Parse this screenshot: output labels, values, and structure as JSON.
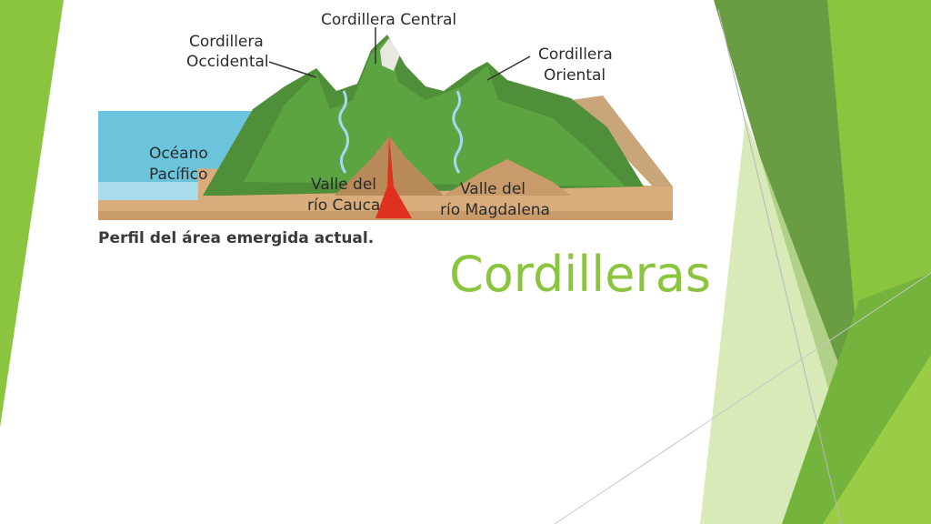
{
  "slide": {
    "title": "Cordilleras",
    "accent_color": "#8bc53f"
  },
  "figure": {
    "labels": {
      "central": "Cordillera Central",
      "occidental_line1": "Cordillera",
      "occidental_line2": "Occidental",
      "oriental_line1": "Cordillera",
      "oriental_line2": "Oriental",
      "ocean_line1": "Océano",
      "ocean_line2": "Pacífico",
      "cauca_line1": "Valle del",
      "cauca_line2": "río Cauca",
      "magdalena_line1": "Valle del",
      "magdalena_line2": "río Magdalena"
    },
    "caption": "Perfil del área emergida actual."
  },
  "icons": {
    "decoration": "green-triangles"
  }
}
